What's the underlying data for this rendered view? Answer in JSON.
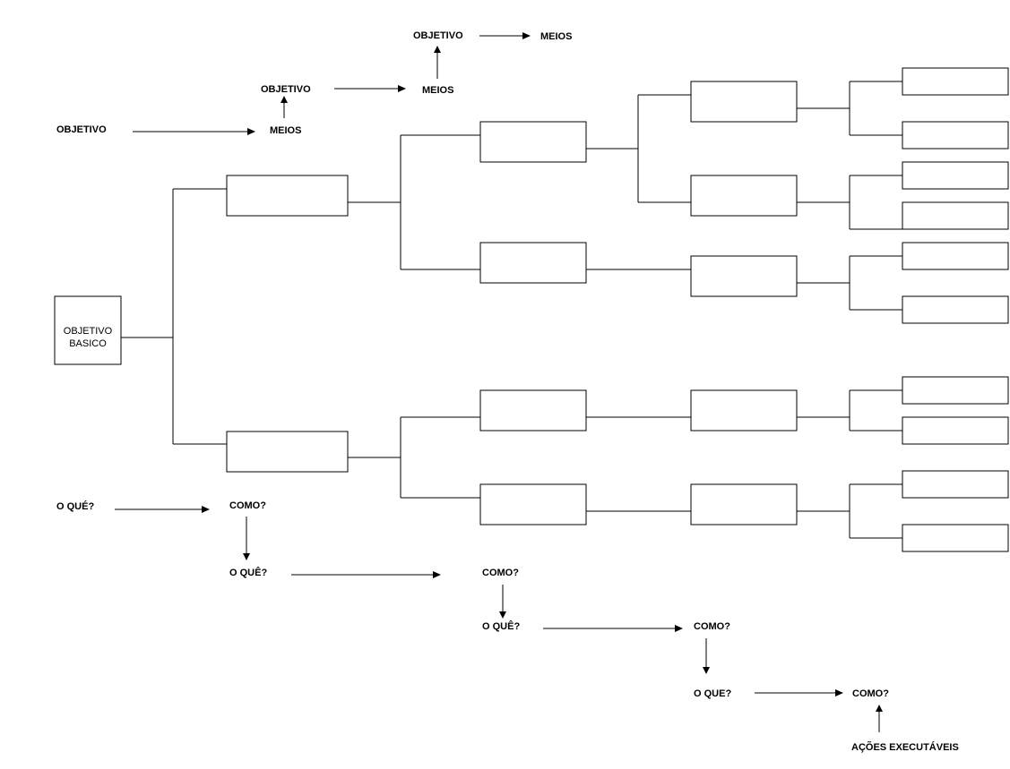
{
  "root": {
    "line1": "OBJETIVO",
    "line2": "BASICO"
  },
  "legend_top": {
    "step1": {
      "objetivo": "OBJETIVO",
      "meios": "MEIOS"
    },
    "step2": {
      "objetivo": "OBJETIVO",
      "meios": "MEIOS"
    },
    "step3": {
      "objetivo": "OBJETIVO",
      "meios": "MEIOS"
    }
  },
  "legend_bottom": {
    "step1": {
      "what": "O QUÉ?",
      "how": "COMO?"
    },
    "step2": {
      "what": "O QUÊ?",
      "how": "COMO?"
    },
    "step3": {
      "what": "O QUÊ?",
      "how": "COMO?"
    },
    "step4": {
      "what": "O QUE?",
      "how": "COMO?"
    },
    "actions": "AÇÕES EXECUTÁVEIS"
  }
}
